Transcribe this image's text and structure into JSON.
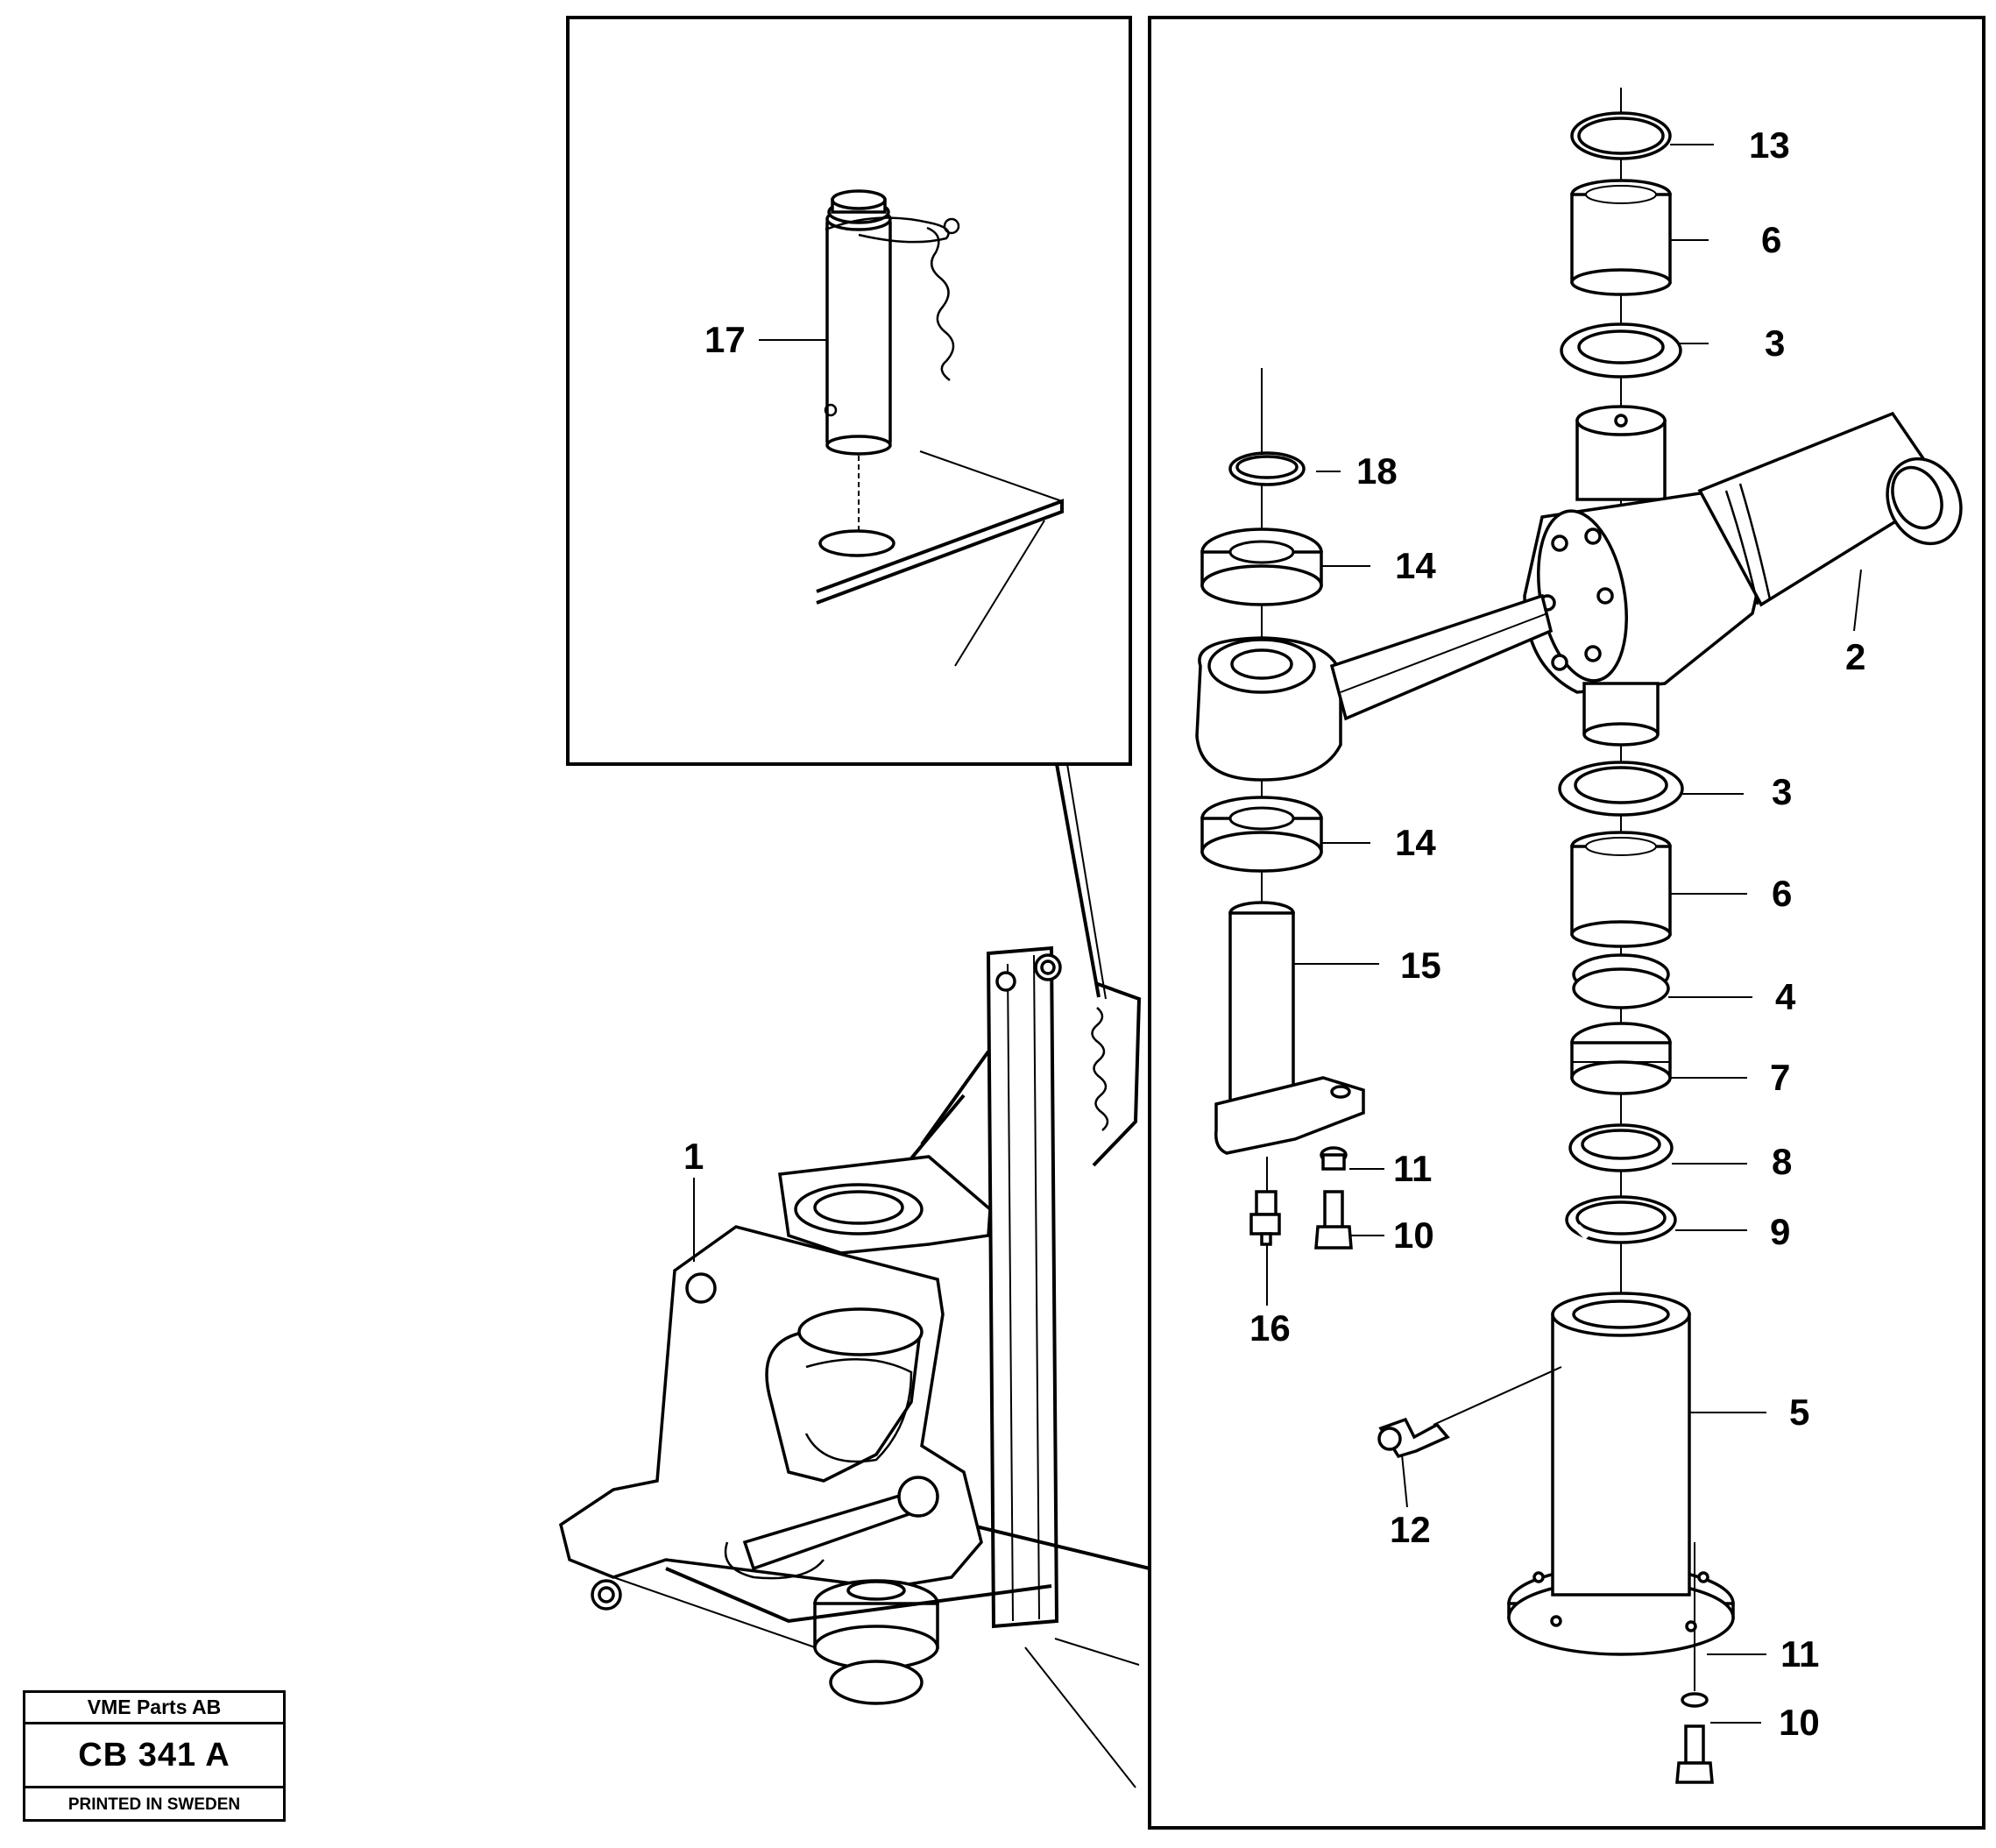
{
  "diagram": {
    "callouts": [
      "1",
      "2",
      "3",
      "3",
      "4",
      "5",
      "6",
      "6",
      "7",
      "8",
      "9",
      "10",
      "10",
      "11",
      "11",
      "12",
      "13",
      "14",
      "14",
      "15",
      "16",
      "17",
      "18"
    ]
  },
  "stamp": {
    "company": "VME Parts AB",
    "code": "CB 341 A",
    "printed": "PRINTED IN SWEDEN"
  }
}
